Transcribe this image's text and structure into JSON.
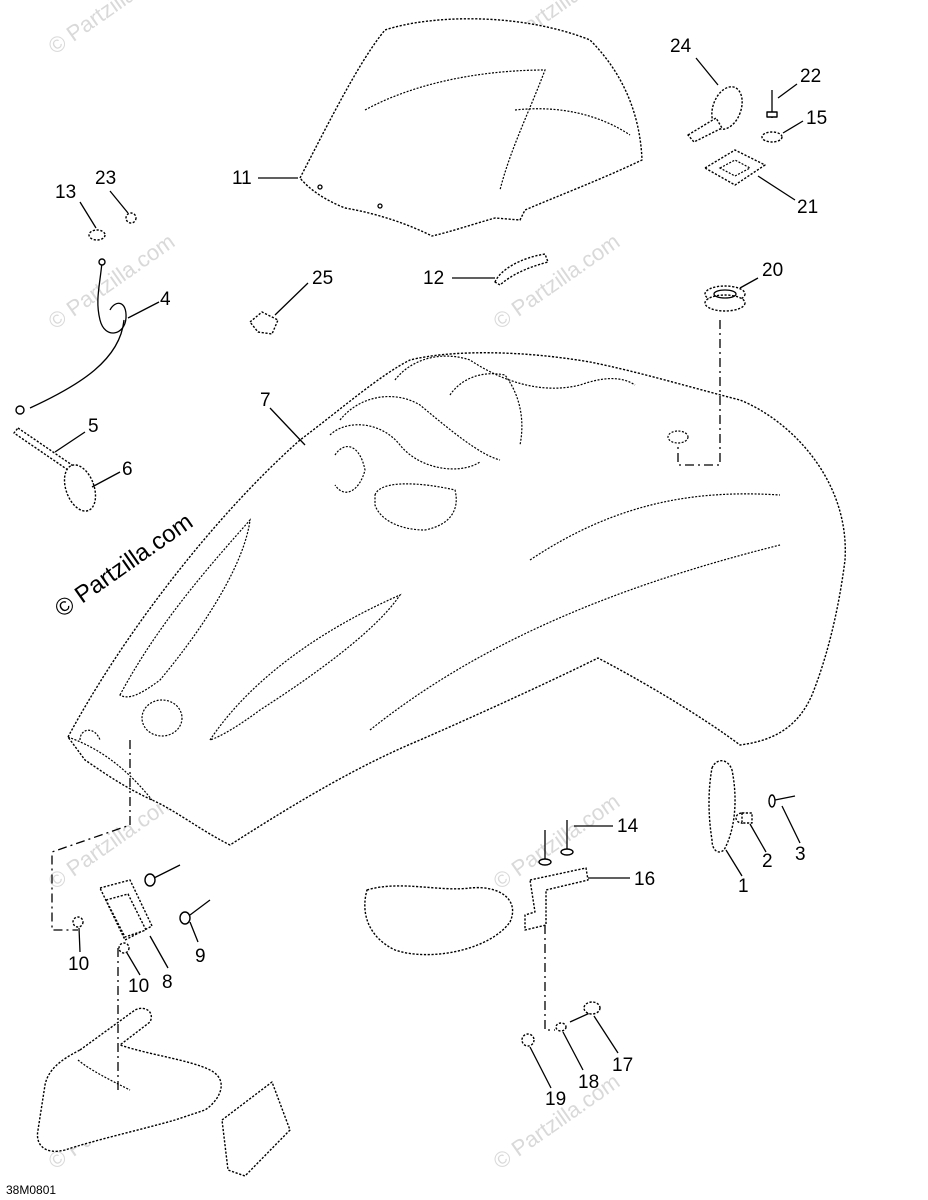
{
  "diagram": {
    "callouts": [
      "1",
      "2",
      "3",
      "4",
      "5",
      "6",
      "7",
      "8",
      "9",
      "10",
      "10",
      "11",
      "12",
      "13",
      "14",
      "15",
      "16",
      "17",
      "18",
      "19",
      "20",
      "21",
      "22",
      "23",
      "24",
      "25"
    ],
    "watermark": "© Partzilla.com",
    "drawing_code": "38M0801"
  }
}
